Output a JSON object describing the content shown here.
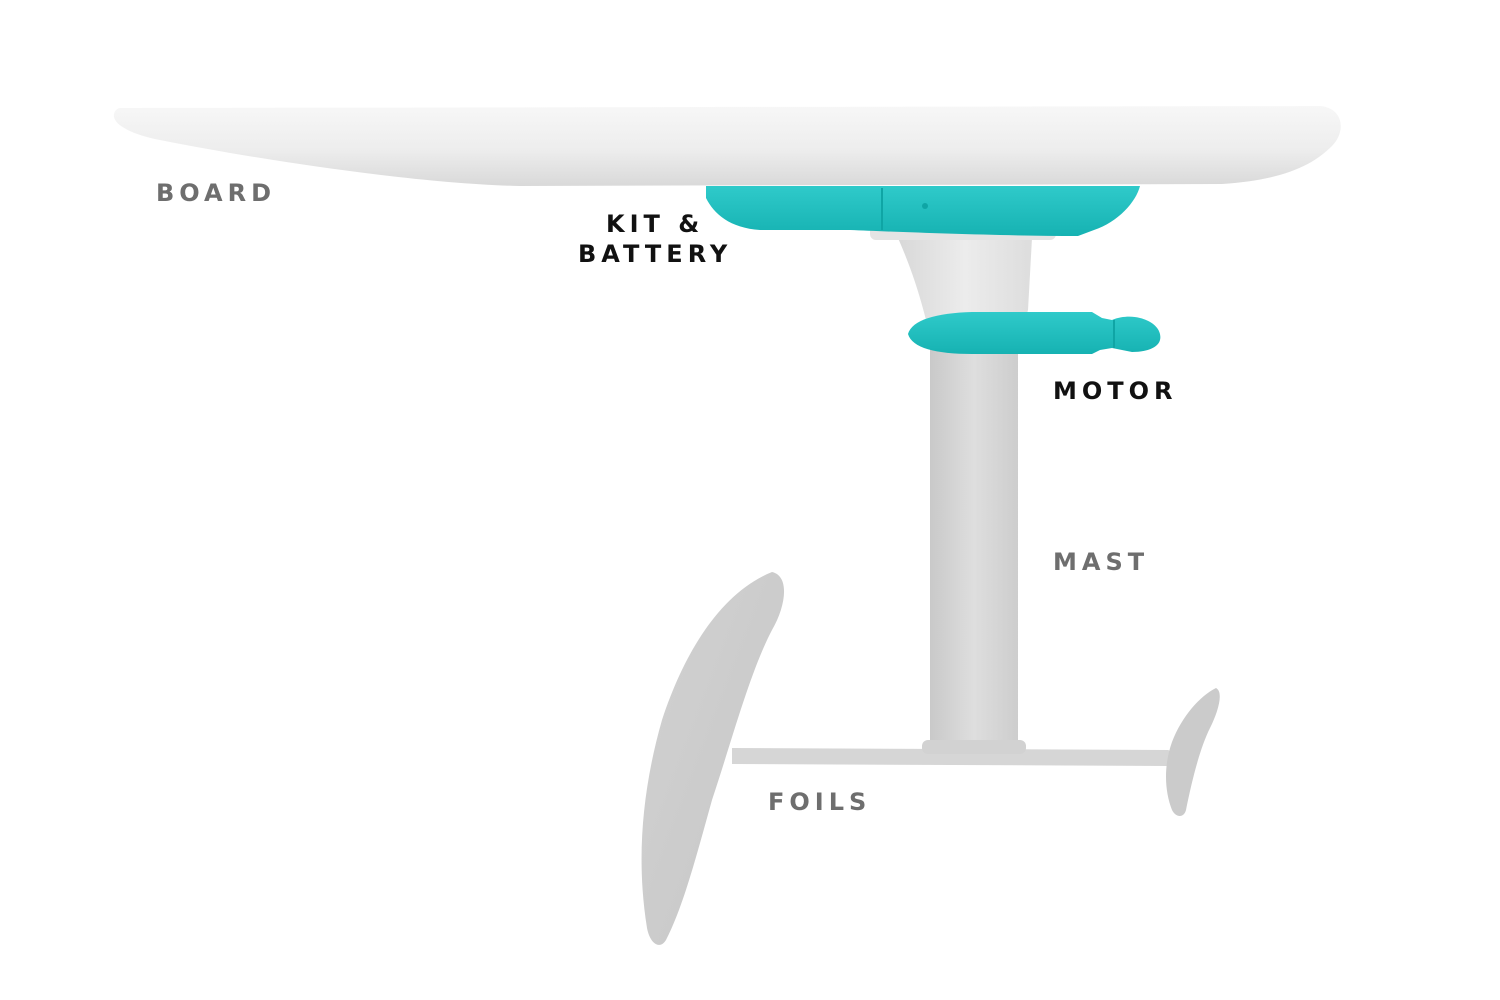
{
  "colors": {
    "accent": "#1cbcbc",
    "accent_dark": "#0fa5a5",
    "body_light": "#f2f2f2",
    "body_mid": "#d4d4d4",
    "label_dark": "#111111",
    "label_grey": "#6e6e6e"
  },
  "labels": {
    "board": {
      "text": "BOARD",
      "style": "grey"
    },
    "kit_battery": {
      "line1": "KIT &",
      "line2": "BATTERY",
      "style": "dark"
    },
    "motor": {
      "text": "MOTOR",
      "style": "dark"
    },
    "mast": {
      "text": "MAST",
      "style": "grey"
    },
    "foils": {
      "text": "FOILS",
      "style": "grey"
    }
  }
}
